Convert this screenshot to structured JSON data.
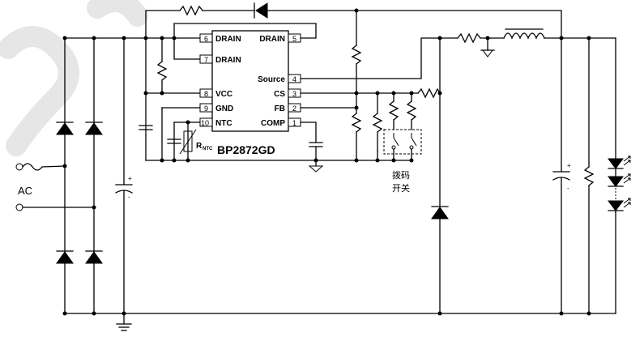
{
  "ic": {
    "part_number": "BP2872GD",
    "pins": [
      {
        "num": "6",
        "name": "DRAIN"
      },
      {
        "num": "7",
        "name": "DRAIN"
      },
      {
        "num": "8",
        "name": "VCC"
      },
      {
        "num": "9",
        "name": "GND"
      },
      {
        "num": "10",
        "name": "NTC"
      },
      {
        "num": "5",
        "name": "DRAIN"
      },
      {
        "num": "4",
        "name": "Source"
      },
      {
        "num": "3",
        "name": "CS"
      },
      {
        "num": "2",
        "name": "FB"
      },
      {
        "num": "1",
        "name": "COMP"
      }
    ]
  },
  "labels": {
    "ac": "AC",
    "rntc_main": "R",
    "rntc_sub": "NTC",
    "dip_switch_line1": "拨码",
    "dip_switch_line2": "开关",
    "cap_plus": "+",
    "cap_minus": "-"
  },
  "colors": {
    "wire": "#000000",
    "background": "#ffffff",
    "watermark": "#e6e6e6"
  }
}
